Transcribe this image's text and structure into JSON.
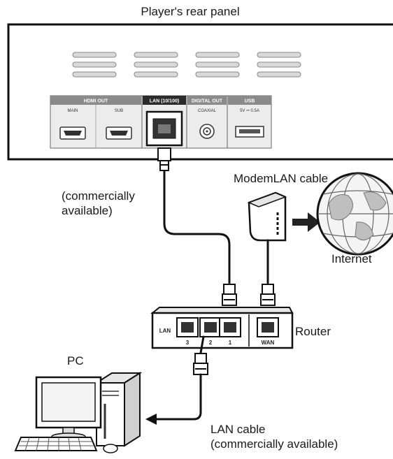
{
  "labels": {
    "rear_panel_title": "Player's rear panel",
    "commercially_available_1": "(commercially",
    "commercially_available_2": "available)",
    "modem_lan_cable": "ModemLAN cable",
    "internet": "Internet",
    "router": "Router",
    "pc": "PC",
    "lan_cable": "LAN cable",
    "lan_cable_note": "(commercially available)"
  },
  "rear_panel": {
    "hdmi_out_label": "HDMI OUT",
    "hdmi_main": "MAIN",
    "hdmi_sub": "SUB",
    "lan_label": "LAN (10/100)",
    "digital_out_label": "DIGITAL OUT",
    "coaxial": "COAXIAL",
    "usb_label": "USB",
    "usb_rating": "5V ⎓ 0.5A"
  },
  "router": {
    "lan_label": "LAN",
    "ports": [
      "3",
      "2",
      "1"
    ],
    "wan_label": "WAN"
  }
}
